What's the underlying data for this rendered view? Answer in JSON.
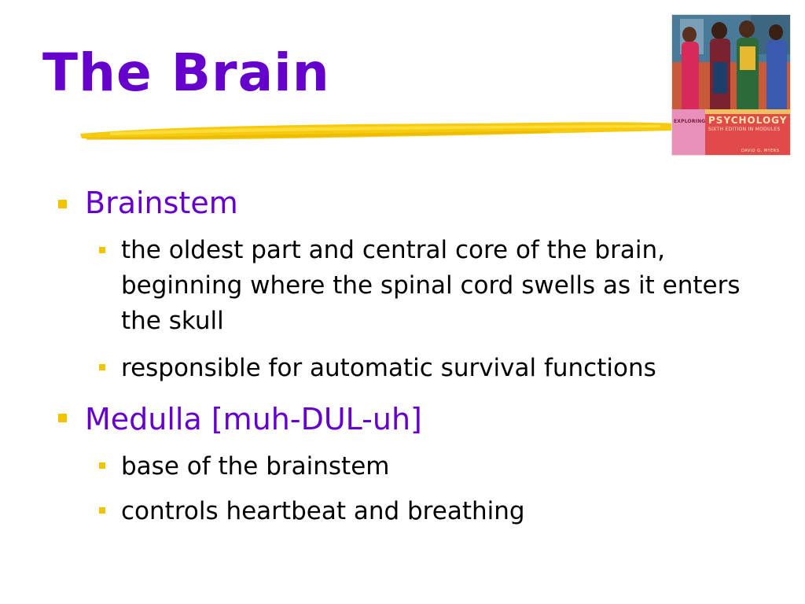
{
  "slide": {
    "title": "The Brain",
    "accent_color": "#6600cc",
    "bullet_color": "#f2c400",
    "brush_color": "#f5c800"
  },
  "book_cover": {
    "brand": "EXPLORING",
    "title": "PSYCHOLOGY",
    "edition": "SIXTH EDITION IN MODULES",
    "author": "DAVID G. MYERS"
  },
  "bullets": [
    {
      "text": "Brainstem",
      "children": [
        "the oldest part and central core of the brain, beginning where the spinal cord swells as it enters the skull",
        "responsible for automatic survival functions"
      ]
    },
    {
      "text": "Medulla [muh-DUL-uh]",
      "children": [
        "base of the brainstem",
        "controls heartbeat and breathing"
      ]
    }
  ]
}
